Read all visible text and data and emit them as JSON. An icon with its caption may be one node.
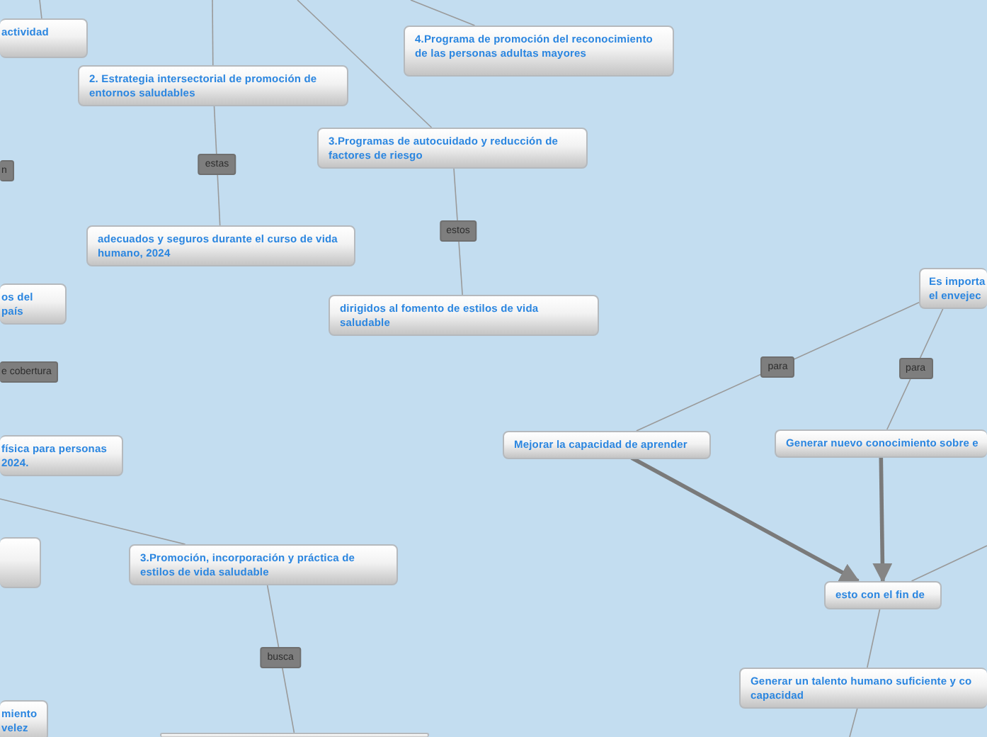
{
  "diagram": {
    "nodes": [
      {
        "text": [
          "actividad"
        ]
      },
      {
        "text": [
          "2. Estrategia intersectorial de promoción de entornos saludables"
        ]
      },
      {
        "text": [
          "4.Programa de promoción del reconocimiento de las personas adultas mayores"
        ]
      },
      {
        "text": [
          "3.Programas de autocuidado y reducción de factores de riesgo"
        ]
      },
      {
        "text": [
          "adecuados y seguros durante el curso de vida humano, 2024"
        ]
      },
      {
        "text": [
          "dirigidos al fomento de estilos de vida saludable"
        ]
      },
      {
        "text": [
          "os del país"
        ]
      },
      {
        "text": [
          "física para personas 2024."
        ]
      },
      {
        "text": [],
        "shape": "box"
      },
      {
        "text": [
          "3.Promoción, incorporación y práctica de estilos de vida saludable"
        ]
      },
      {
        "text": [
          "miento velez"
        ]
      },
      {
        "text": [],
        "shape": "box"
      },
      {
        "text": [
          "Es importa el envejec"
        ]
      },
      {
        "text": [
          "Mejorar la capacidad de aprender"
        ]
      },
      {
        "text": [
          "Generar nuevo conocimiento sobre e"
        ]
      },
      {
        "text": [
          "esto con el fin de"
        ]
      },
      {
        "text": [
          "Generar un talento humano suficiente y co capacidad"
        ]
      }
    ],
    "edges": [
      {
        "from": null,
        "to": 0,
        "arrow": "none"
      },
      {
        "from": null,
        "to": 1,
        "arrow": "none"
      },
      {
        "from": null,
        "to": 2,
        "arrow": "none"
      },
      {
        "from": null,
        "to": 3,
        "arrow": "none"
      },
      {
        "from": 1,
        "to": 4,
        "arrow": "none",
        "label": "estas"
      },
      {
        "from": 3,
        "to": 5,
        "arrow": "none",
        "label": "estos"
      },
      {
        "from": null,
        "to": 9,
        "arrow": "none"
      },
      {
        "from": 9,
        "to": 11,
        "arrow": "none",
        "label": "busca"
      },
      {
        "from": 12,
        "to": 13,
        "arrow": "none",
        "label": "para"
      },
      {
        "from": 12,
        "to": 14,
        "arrow": "none",
        "label": "para"
      },
      {
        "from": 13,
        "to": 15,
        "arrow": "to",
        "style": "thick"
      },
      {
        "from": 14,
        "to": 15,
        "arrow": "to",
        "style": "thick"
      },
      {
        "from": null,
        "to": 15,
        "arrow": "none"
      },
      {
        "from": 15,
        "to": 16,
        "arrow": "none"
      },
      {
        "from": 16,
        "to": null,
        "arrow": "none"
      }
    ],
    "labels": [
      "n",
      "e cobertura"
    ]
  }
}
